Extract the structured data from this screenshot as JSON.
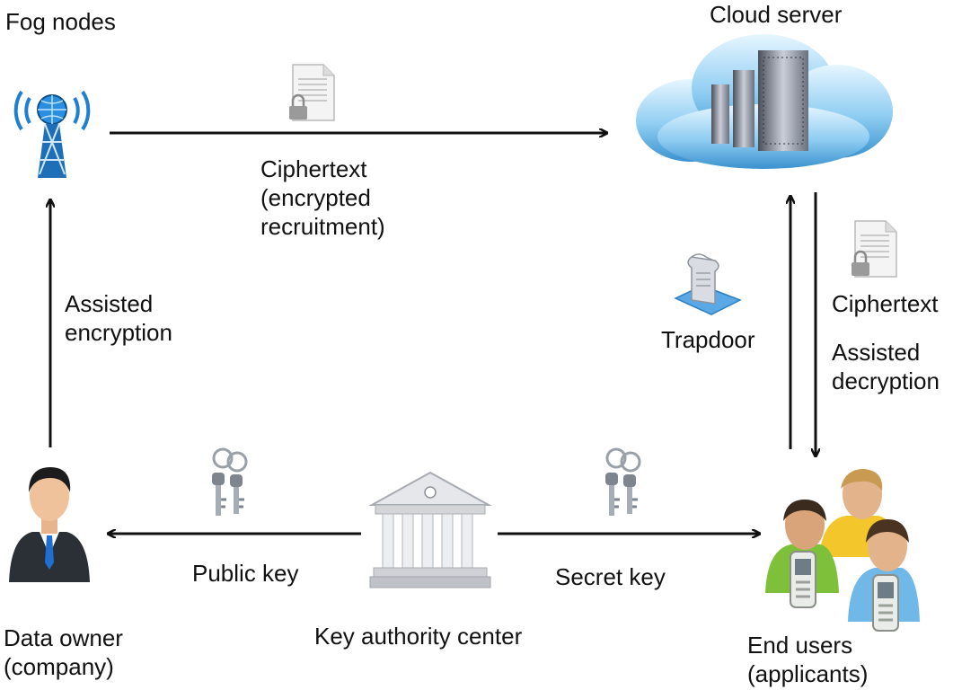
{
  "nodes": {
    "fog": "Fog nodes",
    "cloud": "Cloud server",
    "owner_line1": "Data owner",
    "owner_line2": "(company)",
    "kac": "Key authority center",
    "users_line1": "End users",
    "users_line2": "(applicants)"
  },
  "edges": {
    "ciphertext_line1": "Ciphertext",
    "ciphertext_line2": "(encrypted",
    "ciphertext_line3": "recruitment)",
    "assisted_enc_line1": "Assisted",
    "assisted_enc_line2": "encryption",
    "trapdoor": "Trapdoor",
    "ciphertext_down": "Ciphertext",
    "assisted_dec_line1": "Assisted",
    "assisted_dec_line2": "decryption",
    "public_key": "Public key",
    "secret_key": "Secret key"
  },
  "icons": {
    "fog": "antenna-tower-icon",
    "cloud": "cloud-server-icon",
    "owner": "businessman-icon",
    "kac": "bank-building-icon",
    "users": "user-group-icon",
    "doc": "locked-document-icon",
    "keys": "keys-icon",
    "trapdoor": "scroll-icon"
  },
  "colors": {
    "arrow": "#111111",
    "cloud": "#5aaee0",
    "antenna": "#1f7fd0"
  }
}
